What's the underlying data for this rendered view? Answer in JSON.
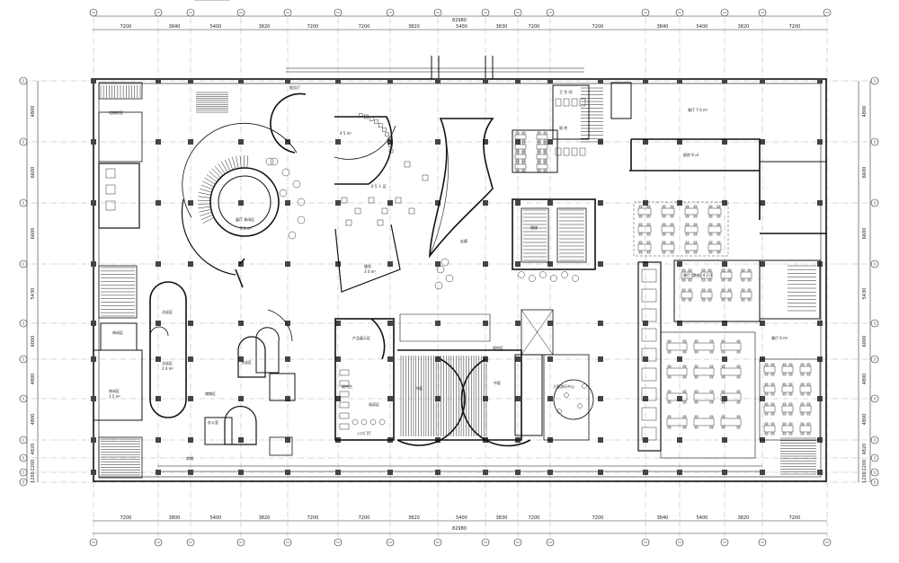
{
  "plan": {
    "overall_dimension": "82980",
    "dims_top": [
      "7200",
      "3840",
      "5400",
      "3820",
      "7200",
      "7200",
      "3820",
      "5400",
      "3830",
      "7200",
      "7200",
      "3840",
      "5400",
      "3820",
      "7200"
    ],
    "dims_bottom": [
      "7200",
      "3800",
      "5400",
      "3820",
      "7200",
      "7200",
      "3820",
      "5400",
      "3830",
      "7200",
      "7200",
      "3840",
      "5400",
      "3820",
      "7200"
    ],
    "dims_left": [
      "4800",
      "6600",
      "6600",
      "5430",
      "6000",
      "4800",
      "4800",
      "4820",
      "2200",
      "1200"
    ],
    "dims_right": [
      "4800",
      "6600",
      "6600",
      "5430",
      "6000",
      "4800",
      "4800",
      "4820",
      "2200",
      "1200"
    ],
    "room_labels": {
      "top_left_stair": "电梯前室",
      "rotunda": "展厅 休闲区",
      "rotunda_area": "5 5 m²",
      "lecture_top": "报告厅",
      "arc_area": "4 5 m²",
      "arc_seating": "6 5 人 区",
      "lobby_center": "服务",
      "lobby_area": "3 0 m²",
      "corridor": "走廊",
      "toilet_top": "卫 生 间",
      "kitchen": "厨 房",
      "restaurant_top": "餐厅 7 0 m²",
      "corner_room": "厨房 8 ㎡",
      "dining_main": "餐厅 (散座) 4 2 0",
      "dining_right": "餐厅 6 m²",
      "left_room_1": "休闲区",
      "oval_room_1": "洽谈区",
      "oval_room_2": "洽谈区",
      "oval_area": "2 0 m²",
      "left_office": "休闲区",
      "left_office_area": "1 5 m²",
      "reading": "储物区",
      "product_display": "产品展示区",
      "meeting_small": "洽谈区",
      "sales": "接待区",
      "small_office": "办公室",
      "stage": "中庭",
      "stage_label_2": "中庭",
      "kids": "儿童游乐中心",
      "entrance": "入口门厅",
      "reading_area": "阅读区",
      "service_desk": "接待台",
      "stairs_label": "楼梯",
      "shop": "商铺"
    }
  }
}
